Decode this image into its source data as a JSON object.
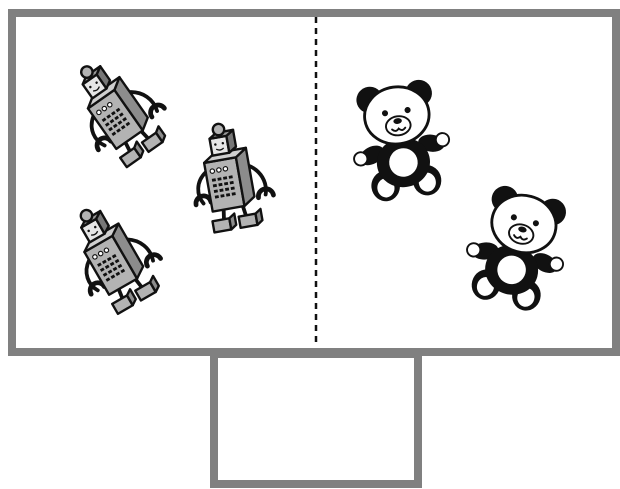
{
  "illustration": {
    "frame_color": "#808080",
    "outline_color": "#111111",
    "robot_fill": "#b3b3b3",
    "bear_fill": "#111111",
    "background": "#ffffff",
    "left_panel": {
      "items": [
        {
          "kind": "robot"
        },
        {
          "kind": "robot"
        },
        {
          "kind": "robot"
        }
      ]
    },
    "right_panel": {
      "items": [
        {
          "kind": "teddy-bear"
        },
        {
          "kind": "teddy-bear"
        }
      ]
    },
    "divider_style": "dashed"
  }
}
